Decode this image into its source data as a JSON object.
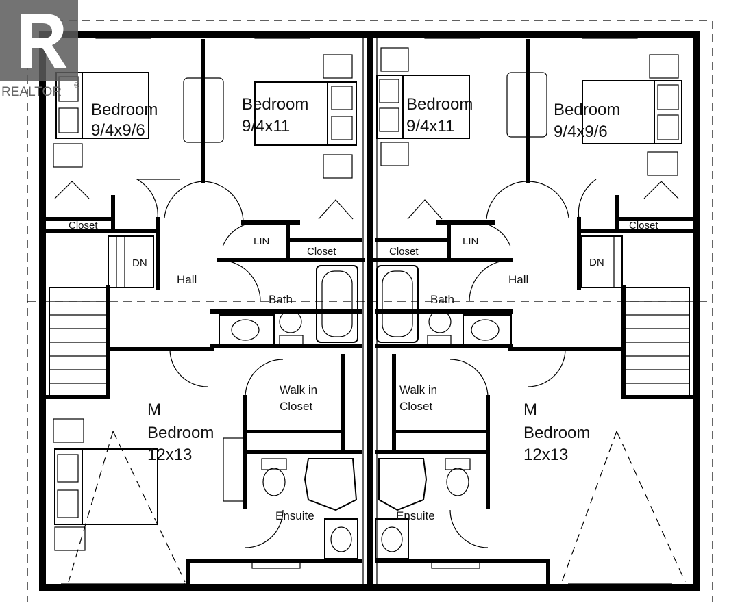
{
  "logo": {
    "text": "REALTOR",
    "mark": "®"
  },
  "rooms": {
    "unit_left": {
      "bedroom_nw": {
        "name": "Bedroom",
        "size": "9/4x9/6"
      },
      "bedroom_ne": {
        "name": "Bedroom",
        "size": "9/4x11"
      },
      "closet_w": "Closet",
      "closet_center": "Closet",
      "linen": "LIN",
      "stairs": "DN",
      "hall": "Hall",
      "bath": "Bath",
      "walk_in": {
        "line1": "Walk in",
        "line2": "Closet"
      },
      "master": {
        "line1": "M",
        "line2": "Bedroom",
        "size": "12x13"
      },
      "ensuite": "Ensuite"
    },
    "unit_right": {
      "bedroom_nw": {
        "name": "Bedroom",
        "size": "9/4x11"
      },
      "bedroom_ne": {
        "name": "Bedroom",
        "size": "9/4x9/6"
      },
      "closet_center": "Closet",
      "closet_e": "Closet",
      "linen": "LIN",
      "stairs": "DN",
      "hall": "Hall",
      "bath": "Bath",
      "walk_in": {
        "line1": "Walk in",
        "line2": "Closet"
      },
      "master": {
        "line1": "M",
        "line2": "Bedroom",
        "size": "12x13"
      },
      "ensuite": "Ensuite"
    }
  },
  "colors": {
    "ink": "#000000",
    "paper": "#ffffff",
    "logo": "#555555"
  }
}
